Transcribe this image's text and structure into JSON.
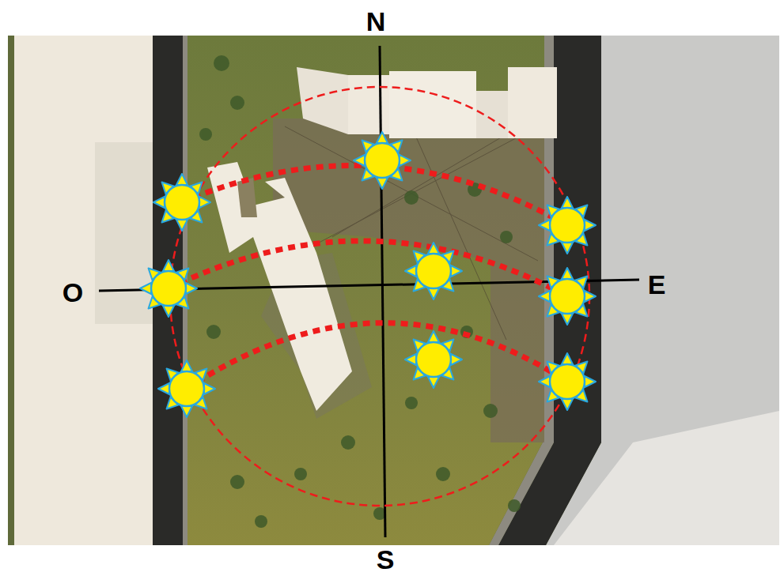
{
  "diagram": {
    "labels": [
      "N",
      "O",
      "E",
      "S"
    ]
  }
}
